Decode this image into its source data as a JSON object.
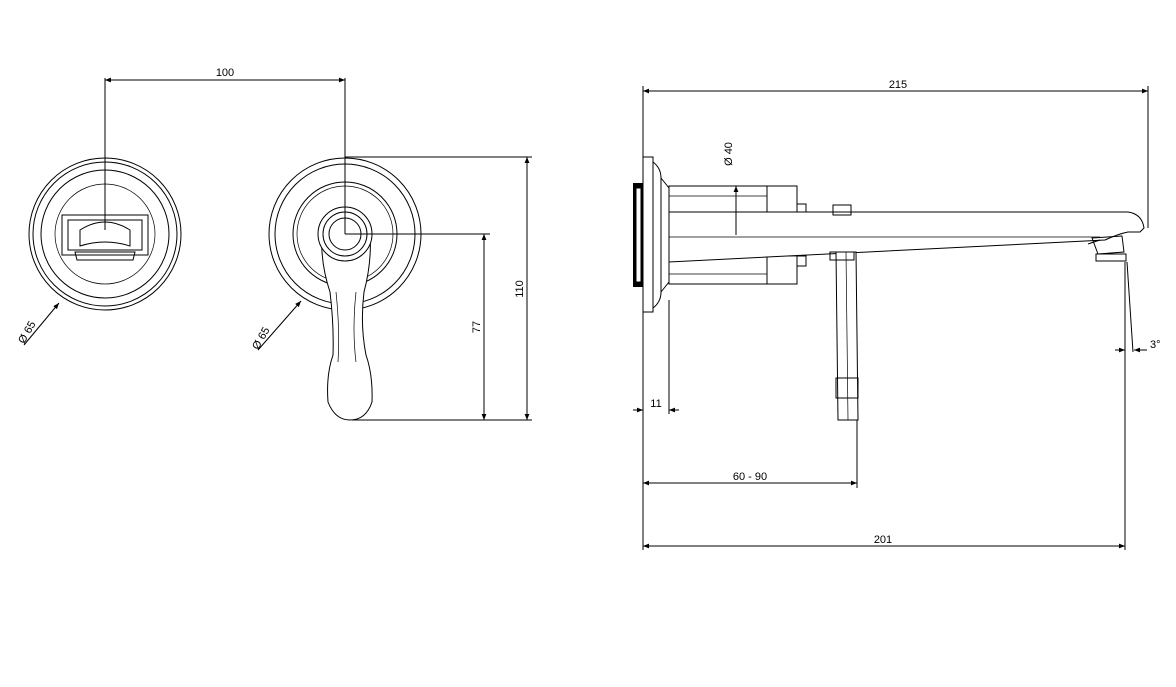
{
  "dimensions": {
    "spacing": "100",
    "height_total": "110",
    "height_lever": "77",
    "diameter_left": "Ø 65",
    "diameter_right": "Ø 65",
    "overall_length": "215",
    "spout_diameter": "Ø 40",
    "flange_depth": "11",
    "wall_range": "60 - 90",
    "spout_projection": "201",
    "spout_angle": "3°"
  }
}
